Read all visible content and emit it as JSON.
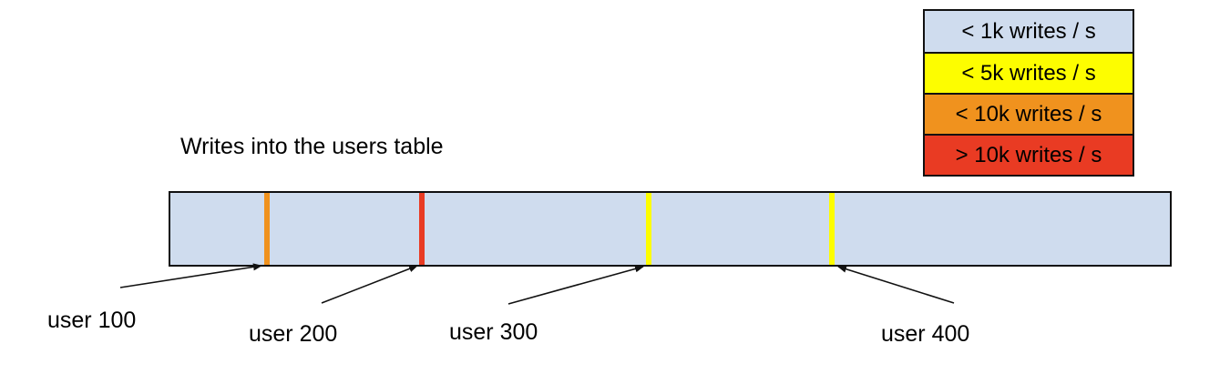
{
  "title": "Writes into the users table",
  "colors": {
    "background": "#ffffff",
    "outline": "#111111",
    "light_blue": "#cfdcee",
    "yellow": "#fdfd00",
    "orange": "#f0921e",
    "red": "#e93b23"
  },
  "legend": {
    "items": [
      {
        "label": "< 1k writes / s",
        "color": "light_blue"
      },
      {
        "label": "< 5k writes / s",
        "color": "yellow"
      },
      {
        "label": "< 10k writes / s",
        "color": "orange"
      },
      {
        "label": "> 10k writes / s",
        "color": "red"
      }
    ]
  },
  "bar": {
    "fill": "light_blue",
    "stripes": [
      {
        "user": "user 100",
        "color": "orange"
      },
      {
        "user": "user 200",
        "color": "red"
      },
      {
        "user": "user 300",
        "color": "yellow"
      },
      {
        "user": "user 400",
        "color": "yellow"
      }
    ]
  },
  "labels": [
    {
      "text": "user 100"
    },
    {
      "text": "user 200"
    },
    {
      "text": "user 300"
    },
    {
      "text": "user 400"
    }
  ]
}
